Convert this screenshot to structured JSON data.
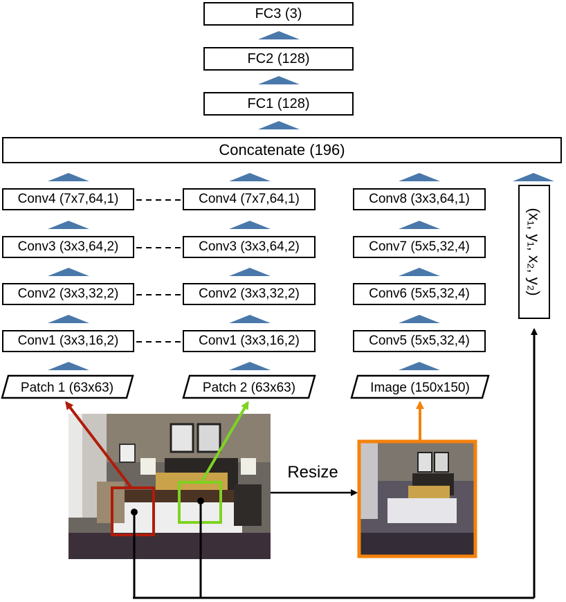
{
  "fc_layers": {
    "fc3": "FC3 (3)",
    "fc2": "FC2 (128)",
    "fc1": "FC1 (128)"
  },
  "concatenate": "Concatenate (196)",
  "patch1_branch": {
    "conv4": "Conv4 (7x7,64,1)",
    "conv3": "Conv3 (3x3,64,2)",
    "conv2": "Conv2 (3x3,32,2)",
    "conv1": "Conv1 (3x3,16,2)",
    "input": "Patch 1 (63x63)"
  },
  "patch2_branch": {
    "conv4": "Conv4 (7x7,64,1)",
    "conv3": "Conv3 (3x3,64,2)",
    "conv2": "Conv2 (3x3,32,2)",
    "conv1": "Conv1 (3x3,16,2)",
    "input": "Patch 2 (63x63)"
  },
  "image_branch": {
    "conv8": "Conv8 (3x3,64,1)",
    "conv7": "Conv7 (5x5,32,4)",
    "conv6": "Conv6 (5x5,32,4)",
    "conv5": "Conv5 (5x5,32,4)",
    "input": "Image (150x150)"
  },
  "coords_label": "(x₁, y₁, x₂, y₂)",
  "resize_label": "Resize",
  "colors": {
    "arrowhead": "#4a78aa",
    "patch1": "#b01c0a",
    "patch2": "#7ed321",
    "image": "#f5820d"
  }
}
